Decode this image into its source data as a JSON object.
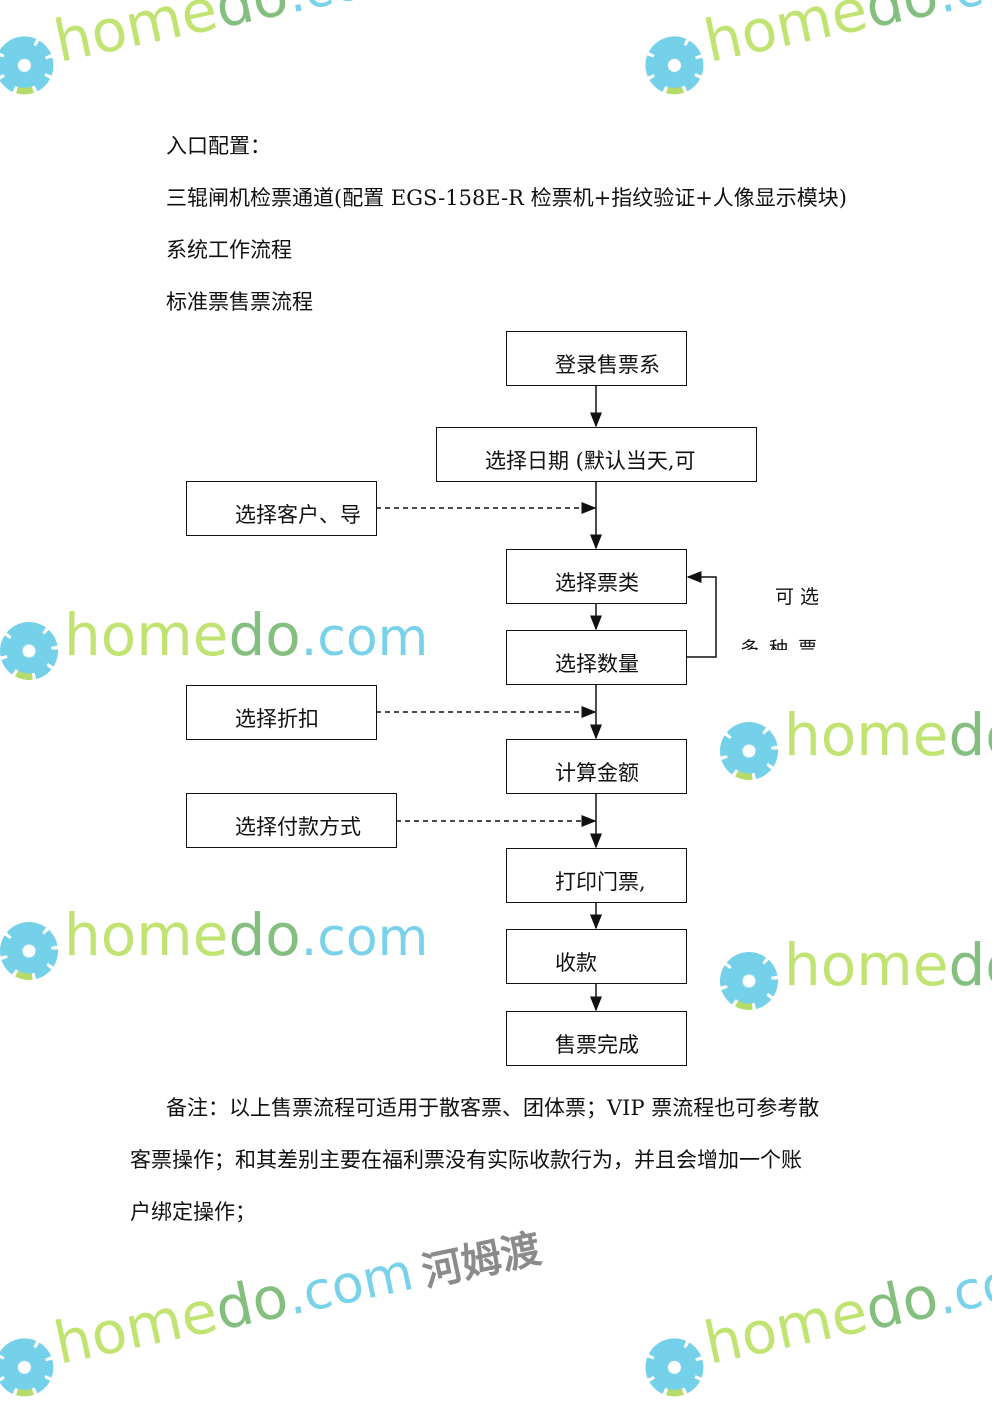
{
  "watermark": {
    "brand_a": "home",
    "brand_b": "do",
    "brand_c": ".com",
    "brand_cn": "河姆渡"
  },
  "paragraphs": {
    "entry_config": "入口配置：",
    "turnstile": "三辊闸机检票通道(配置 EGS-158E-R 检票机+指纹验证+人像显示模块)",
    "workflow": "系统工作流程",
    "standard_flow": "标准票售票流程"
  },
  "flowchart": {
    "login": "登录售票系",
    "select_date": "选择日期  (默认当天,可",
    "select_customer": "选择客户、导",
    "select_ticket_type": "选择票类",
    "select_quantity": "选择数量",
    "select_discount": "选择折扣",
    "calculate_amount": "计算金额",
    "select_payment": "选择付款方式",
    "print_ticket": "打印门票,",
    "collect_payment": "收款",
    "sale_complete": "售票完成",
    "loop_label_1": "可选",
    "loop_label_2": "多种票"
  },
  "note": {
    "line1": "备注：以上售票流程可适用于散客票、团体票；VIP 票流程也可参考散",
    "line2": "客票操作；和其差别主要在福利票没有实际收款行为，并且会增加一个账",
    "line3": "户绑定操作；"
  }
}
